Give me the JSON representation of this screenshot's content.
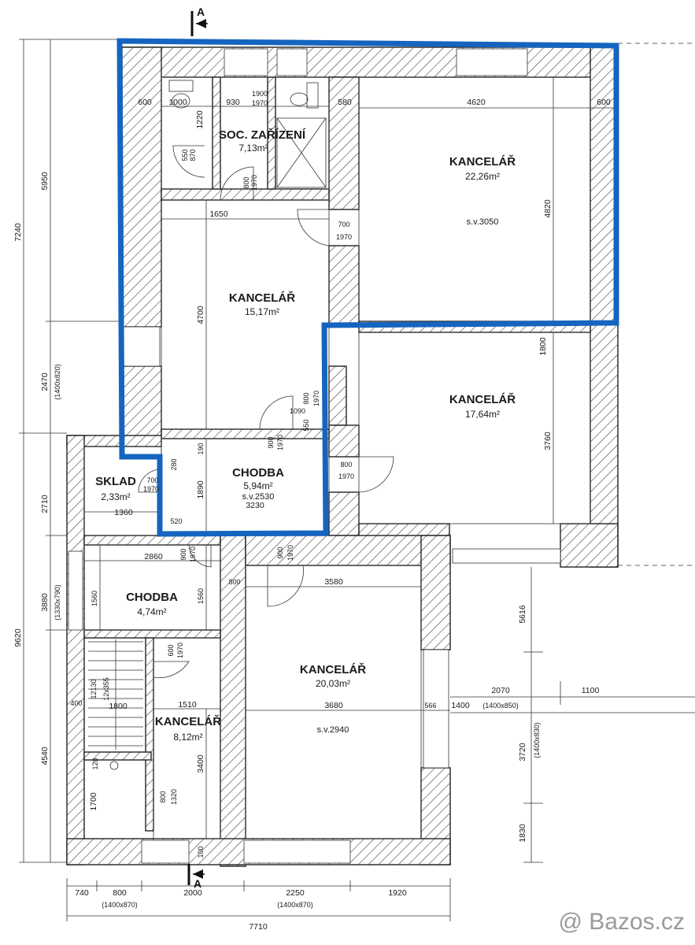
{
  "rooms": {
    "soc": {
      "name": "SOC. ZAŘÍZENÍ",
      "area": "7,13m²"
    },
    "kanc_top_right": {
      "name": "KANCELÁŘ",
      "area": "22,26m²",
      "sv": "s.v.3050"
    },
    "kanc_center": {
      "name": "KANCELÁŘ",
      "area": "15,17m²"
    },
    "kanc_mid_right": {
      "name": "KANCELÁŘ",
      "area": "17,64m²"
    },
    "chodba_upper": {
      "name": "CHODBA",
      "area": "5,94m²",
      "sv": "s.v.2530"
    },
    "sklad": {
      "name": "SKLAD",
      "area": "2,33m²"
    },
    "chodba_lower": {
      "name": "CHODBA",
      "area": "4,74m²"
    },
    "kanc_lower_right": {
      "name": "KANCELÁŘ",
      "area": "20,03m²",
      "sv": "s.v.2940"
    },
    "kanc_small": {
      "name": "KANCELÁŘ",
      "area": "8,12m²"
    }
  },
  "section_marks": {
    "top": "A",
    "bottom": "A"
  },
  "dims": {
    "left_outer": {
      "d1": "7240",
      "d2": "9620"
    },
    "left_inner": {
      "d1": "5950",
      "d2": "2470",
      "d2_sub": "(1400x820)",
      "d3": "2710",
      "d4": "3880",
      "d4_sub": "(1330x790)",
      "d5": "4540"
    },
    "top_row": {
      "a": "600",
      "b": "1000",
      "c": "930",
      "d": "1900",
      "e": "1970",
      "f": "580",
      "g": "4620",
      "h": "600"
    },
    "soc_inner": {
      "a": "1220",
      "b": "550",
      "c": "870",
      "d": "800",
      "e": "1970"
    },
    "kanc_center_dims": {
      "w": "1650",
      "h": "4700",
      "door_w": "700",
      "door_h": "1970"
    },
    "kanc_top_right_dims": {
      "h": "4820"
    },
    "mid_door": {
      "a": "800",
      "b": "1970",
      "c": "1090",
      "d": "550",
      "e": "900",
      "f": "1970"
    },
    "kanc_mid_right_dims": {
      "a": "1800",
      "h": "3760",
      "door_w": "800",
      "door_h": "1970"
    },
    "chodba_upper_dims": {
      "a": "280",
      "b": "190",
      "c": "1890",
      "d": "520",
      "e": "3230"
    },
    "sklad_dims": {
      "door_w": "700",
      "door_h": "1970",
      "w": "1360"
    },
    "chodba_lower_dims": {
      "w": "2860",
      "door_w": "900",
      "door_h": "1970",
      "h1": "1560",
      "h2": "1560",
      "side_door": "800"
    },
    "stair_dims": {
      "a": "12130",
      "b": "12x355",
      "c": "400",
      "d": "1800",
      "e": "120"
    },
    "kanc_small_dims": {
      "door_w": "600",
      "door_h": "1970",
      "w": "1510",
      "h": "3400",
      "win_a": "800",
      "win_b": "1320",
      "h2": "1700",
      "bottom": "100"
    },
    "kanc_lower_right_dims": {
      "door_w": "900",
      "door_h": "1970",
      "w_top": "3580",
      "w_mid": "3680",
      "side": "566"
    },
    "right_ext": {
      "a": "5616",
      "b": "2070",
      "c": "1100",
      "d": "1400",
      "d_sub": "(1400x850)",
      "e": "3720",
      "e_sub": "(1400x830)",
      "f": "1830"
    },
    "bottom": {
      "a": "740",
      "b": "800",
      "c": "2000",
      "d": "2250",
      "e": "1920",
      "b_sub": "(1400x870)",
      "d_sub": "(1400x870)",
      "total": "7710"
    }
  },
  "watermark": "@ Bazos.cz",
  "colors": {
    "highlight": "#1565c0"
  }
}
